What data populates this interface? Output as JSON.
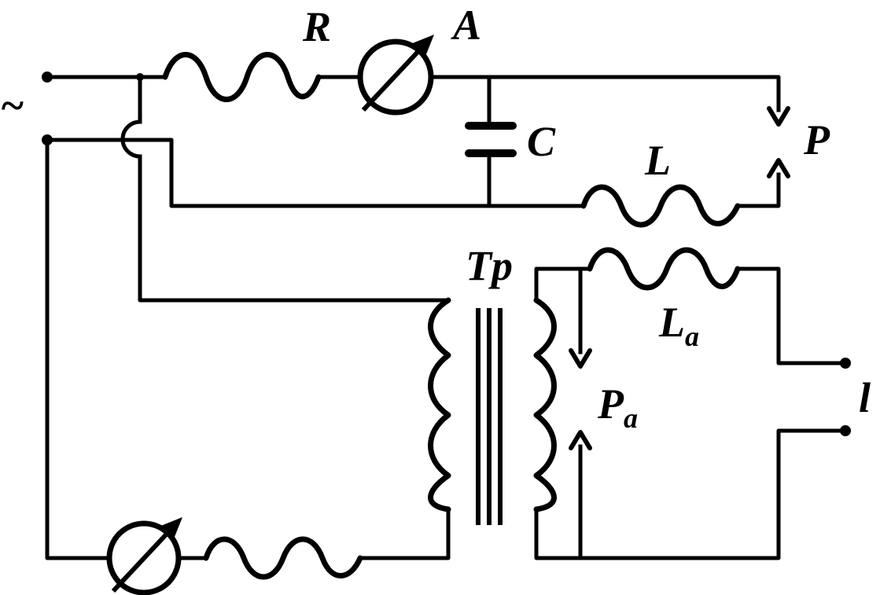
{
  "labels": {
    "source": "~",
    "resistor": "R",
    "ammeter": "A",
    "capacitor": "C",
    "inductor": "L",
    "spark_gap": "P",
    "transformer": "Tp",
    "antenna_inductor": "L",
    "antenna_inductor_sub": "a",
    "antenna_gap": "P",
    "antenna_gap_sub": "a",
    "line": "l"
  }
}
